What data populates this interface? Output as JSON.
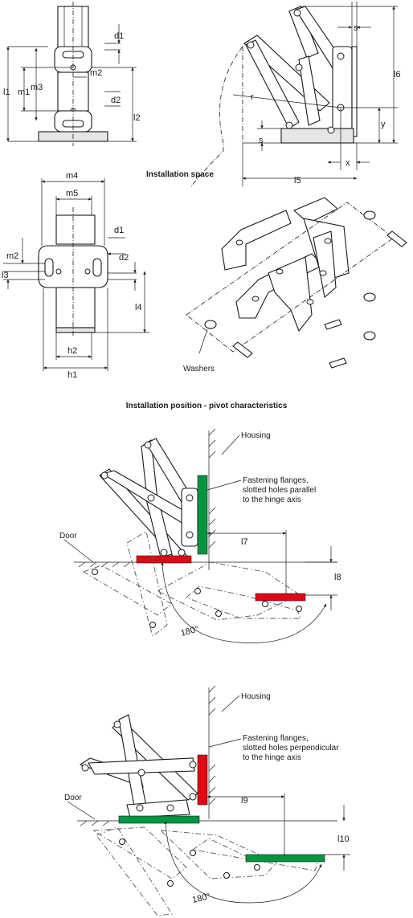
{
  "dims": {
    "d1": "d1",
    "m2": "m2",
    "l1": "l1",
    "m1": "m1",
    "m3": "m3",
    "d2": "d2",
    "l2": "l2",
    "m4": "m4",
    "m5": "m5",
    "d1b": "d1",
    "d2b": "d2",
    "m2b": "m2",
    "l3": "l3",
    "l4": "l4",
    "h2": "h2",
    "h1": "h1",
    "s_top": "s",
    "l6": "l6",
    "r": "r",
    "y": "y",
    "s_bottom": "s",
    "x": "x",
    "l5": "l5",
    "l7": "l7",
    "l8": "l8",
    "l9": "l9",
    "l10": "l10",
    "angle1": "180°",
    "angle2": "180°"
  },
  "labels": {
    "installation_space": "Installation space",
    "washers": "Washers",
    "section_heading": "Installation position - pivot characteristics",
    "housing1": "Housing",
    "flanges_parallel": "Fastening flanges,\nslotted holes parallel\nto the hinge axis",
    "door1": "Door",
    "housing2": "Housing",
    "flanges_perpendicular": "Fastening flanges,\nslotted holes perpendicular\nto the hinge axis",
    "door2": "Door"
  },
  "colors": {
    "flange_red": "#e30613",
    "flange_green": "#00963f",
    "shade": "#e6e6e6"
  }
}
